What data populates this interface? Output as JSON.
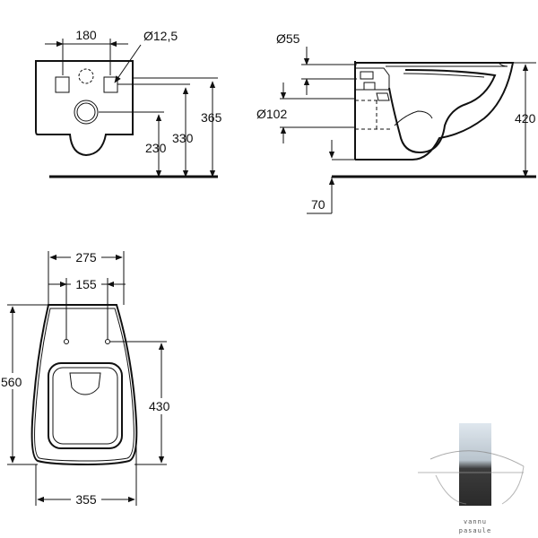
{
  "front_view": {
    "dims": {
      "bolt_spacing": "180",
      "bolt_hole": "Ø12,5",
      "height_365": "365",
      "height_330": "330",
      "height_230": "230"
    }
  },
  "side_view": {
    "dims": {
      "inlet": "Ø55",
      "outlet": "Ø102",
      "height_420": "420",
      "offset_70": "70"
    }
  },
  "top_view": {
    "dims": {
      "width_275": "275",
      "width_155": "155",
      "depth_560": "560",
      "depth_430": "430",
      "length_355": "355"
    }
  },
  "logo": {
    "line1": "vannu",
    "line2": "pasaule"
  },
  "colors": {
    "line": "#111111",
    "logo_dark": "#3a3a3a",
    "logo_light": "#cfd8e0"
  }
}
